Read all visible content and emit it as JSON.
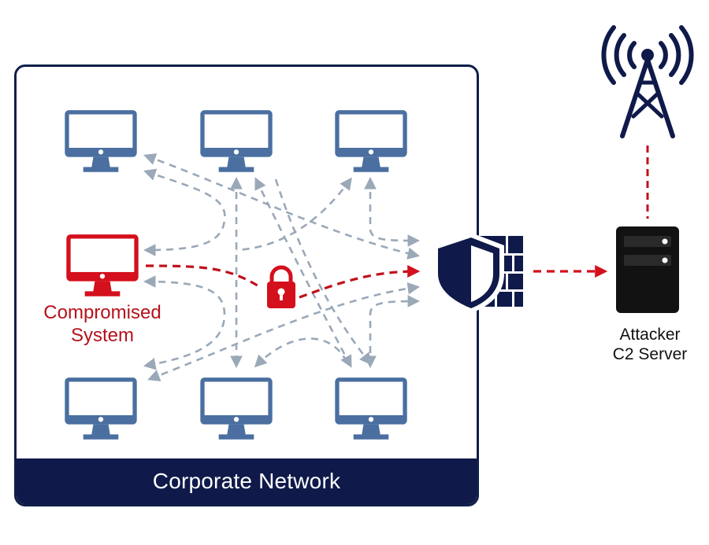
{
  "network": {
    "label": "Corporate Network"
  },
  "nodes": {
    "workstations": [
      {
        "name": "workstation-top-left",
        "status": "normal"
      },
      {
        "name": "workstation-top-center",
        "status": "normal"
      },
      {
        "name": "workstation-top-right",
        "status": "normal"
      },
      {
        "name": "workstation-bottom-left",
        "status": "normal"
      },
      {
        "name": "workstation-bottom-center",
        "status": "normal"
      },
      {
        "name": "workstation-bottom-right",
        "status": "normal"
      }
    ],
    "compromised": {
      "label_line1": "Compromised",
      "label_line2": "System",
      "status": "compromised"
    },
    "firewall": {
      "icon": "shield-firewall-icon"
    },
    "c2_server": {
      "label_line1": "Attacker",
      "label_line2": "C2 Server",
      "icon": "server-icon"
    },
    "tower": {
      "icon": "radio-tower-icon"
    }
  },
  "colors": {
    "workstation": "#4a6fa0",
    "compromised": "#d3101c",
    "compromised_text": "#b5121b",
    "traffic": "#9aa8b8",
    "malicious_path": "#c0101a",
    "navy": "#0f1a4a",
    "server": "#121212"
  },
  "flows": {
    "internal_traffic": "gray dashed bidirectional lateral movement",
    "exfiltration": "red dashed encrypted path from compromised system through firewall to C2 server",
    "c2_uplink": "red dashed link from C2 server to tower"
  }
}
